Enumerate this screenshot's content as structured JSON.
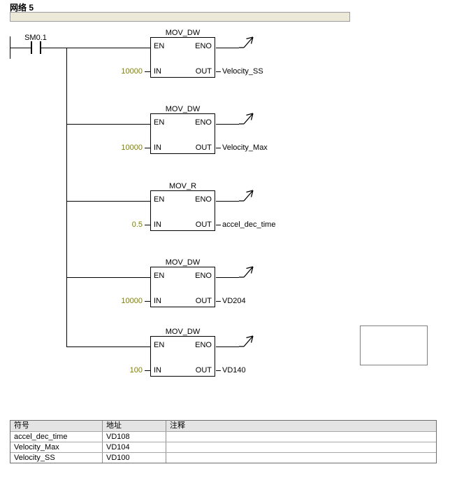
{
  "network": {
    "title": "网络 5",
    "comment": ""
  },
  "pins": {
    "en": "EN",
    "eno": "ENO",
    "in": "IN",
    "out": "OUT"
  },
  "contact": {
    "operand": "SM0.1"
  },
  "blocks": [
    {
      "title": "MOV_DW",
      "in_value": "10000",
      "out_operand": "Velocity_SS"
    },
    {
      "title": "MOV_DW",
      "in_value": "10000",
      "out_operand": "Velocity_Max"
    },
    {
      "title": "MOV_R",
      "in_value": "0.5",
      "out_operand": "accel_dec_time"
    },
    {
      "title": "MOV_DW",
      "in_value": "10000",
      "out_operand": "VD204"
    },
    {
      "title": "MOV_DW",
      "in_value": "100",
      "out_operand": "VD140"
    }
  ],
  "symbol_table": {
    "headers": [
      "符号",
      "地址",
      "注释"
    ],
    "rows": [
      {
        "symbol": "accel_dec_time",
        "address": "VD108",
        "comment": ""
      },
      {
        "symbol": "Velocity_Max",
        "address": "VD104",
        "comment": ""
      },
      {
        "symbol": "Velocity_SS",
        "address": "VD100",
        "comment": ""
      }
    ]
  },
  "colors": {
    "constant_text": "#7F7F00",
    "comment_bar_bg": "#ECE9D8",
    "table_header_bg": "#E4E4E4",
    "wire": "#000000"
  }
}
